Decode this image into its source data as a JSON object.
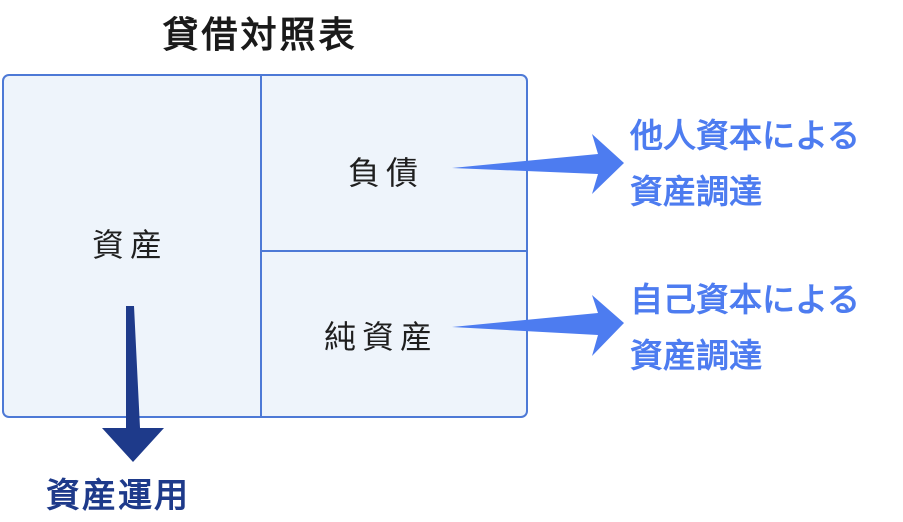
{
  "title": "貸借対照表",
  "balance_sheet": {
    "assets_label": "資産",
    "liabilities_label": "負債",
    "equity_label": "純資産"
  },
  "annotations": {
    "liabilities": {
      "line1": "他人資本による",
      "line2": "資産調達"
    },
    "equity": {
      "line1": "自己資本による",
      "line2": "資産調達"
    },
    "assets": {
      "text": "資産運用"
    }
  },
  "colors": {
    "sheet_border": "#4d79d6",
    "sheet_fill": "#eef4fb",
    "side_arrow": "#4d7cf0",
    "down_arrow": "#1e3a8a"
  }
}
